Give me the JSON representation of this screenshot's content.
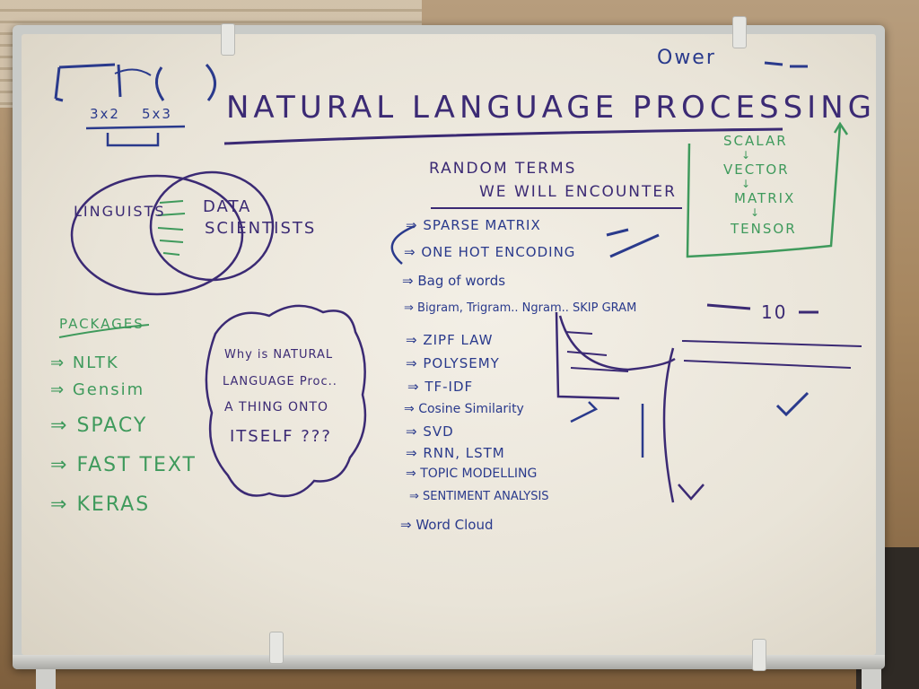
{
  "board": {
    "corner_note": "Ower",
    "title": "NATURAL LANGUAGE PROCESSING",
    "matrix_left": "3x2",
    "matrix_right": "5x3",
    "venn_left": "LINGUISTS",
    "venn_right_1": "DATA",
    "venn_right_2": "SCIENTISTS",
    "packages_title": "PACKAGES",
    "packages": [
      "NLTK",
      "Gensim",
      "SPACY",
      "FAST TEXT",
      "KERAS"
    ],
    "question_lines": [
      "Why is NATURAL",
      "LANGUAGE Proc..",
      "A THING ONTO",
      "ITSELF ???"
    ],
    "terms_title_1": "RANDOM TERMS",
    "terms_title_2": "WE WILL ENCOUNTER",
    "terms": [
      "SPARSE MATRIX",
      "ONE HOT ENCODING",
      "Bag of words",
      "Bigram, Trigram.. Ngram.. SKIP GRAM",
      "ZIPF LAW",
      "POLYSEMY",
      "TF-IDF",
      "Cosine Similarity",
      "SVD",
      "RNN, LSTM",
      "TOPIC MODELLING",
      "SENTIMENT ANALYSIS",
      "Word Cloud"
    ],
    "hierarchy": [
      "SCALAR",
      "VECTOR",
      "MATRIX",
      "TENSOR"
    ],
    "right_scribble": "10",
    "colors": {
      "blue": "#2a3a8c",
      "purple": "#3b2a74",
      "green": "#3f9a5c",
      "board": "#efeae0"
    }
  }
}
